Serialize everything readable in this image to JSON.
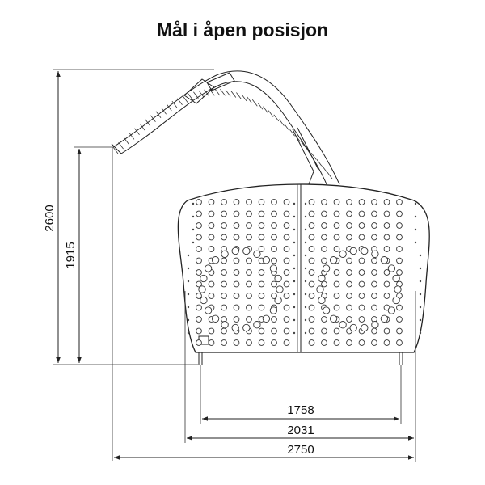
{
  "title": "Mål i åpen posisjon",
  "dimensions": {
    "height_total": "2600",
    "height_front": "1915",
    "width_inner": "1758",
    "width_feet": "2031",
    "width_total": "2750"
  }
}
